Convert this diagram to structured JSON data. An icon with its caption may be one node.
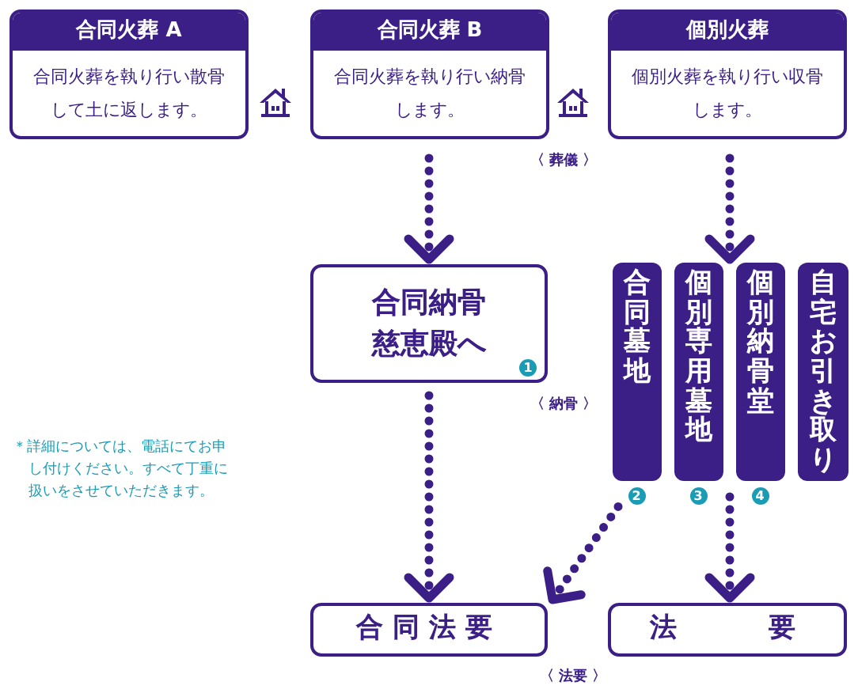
{
  "diagram": {
    "nodes": [
      {
        "text": [
          "合同火葬 A",
          "合同火葬を執り行い散骨して土に返します。"
        ]
      },
      {
        "text": [
          "合同火葬 B",
          "合同火葬を執り行い納骨します。"
        ]
      },
      {
        "text": [
          "個別火葬",
          "個別火葬を執り行い収骨します。"
        ]
      },
      {
        "text": [
          "合同納骨慈恵殿へ",
          "1"
        ]
      },
      {
        "text": [
          "合同墓地"
        ],
        "beside": [
          "2"
        ]
      },
      {
        "text": [
          "個別専用墓地"
        ],
        "beside": [
          "3"
        ]
      },
      {
        "text": [
          "個別納骨堂"
        ],
        "beside": [
          "4"
        ]
      },
      {
        "text": [
          "自宅お引き取り"
        ]
      },
      {
        "text": [
          "合同法要"
        ]
      },
      {
        "text": [
          "法 要"
        ]
      }
    ],
    "edges": [
      {
        "from": 1,
        "to": 3,
        "arrow": "to"
      },
      {
        "from": 2,
        "to": 5,
        "arrow": "to"
      },
      {
        "from": 2,
        "to": 6,
        "arrow": "to"
      },
      {
        "from": 3,
        "to": 8,
        "arrow": "to"
      },
      {
        "from": 4,
        "to": 8,
        "arrow": "to"
      },
      {
        "from": 5,
        "to": 9,
        "arrow": "to"
      },
      {
        "from": 6,
        "to": 9,
        "arrow": "to"
      }
    ],
    "labels": [
      "〈 葬儀 〉",
      "〈 納骨 〉",
      "＊詳細については、電話にてお申し付けください。すべて丁重に扱いをさせていただきます。",
      "〈 法要 〉"
    ]
  }
}
